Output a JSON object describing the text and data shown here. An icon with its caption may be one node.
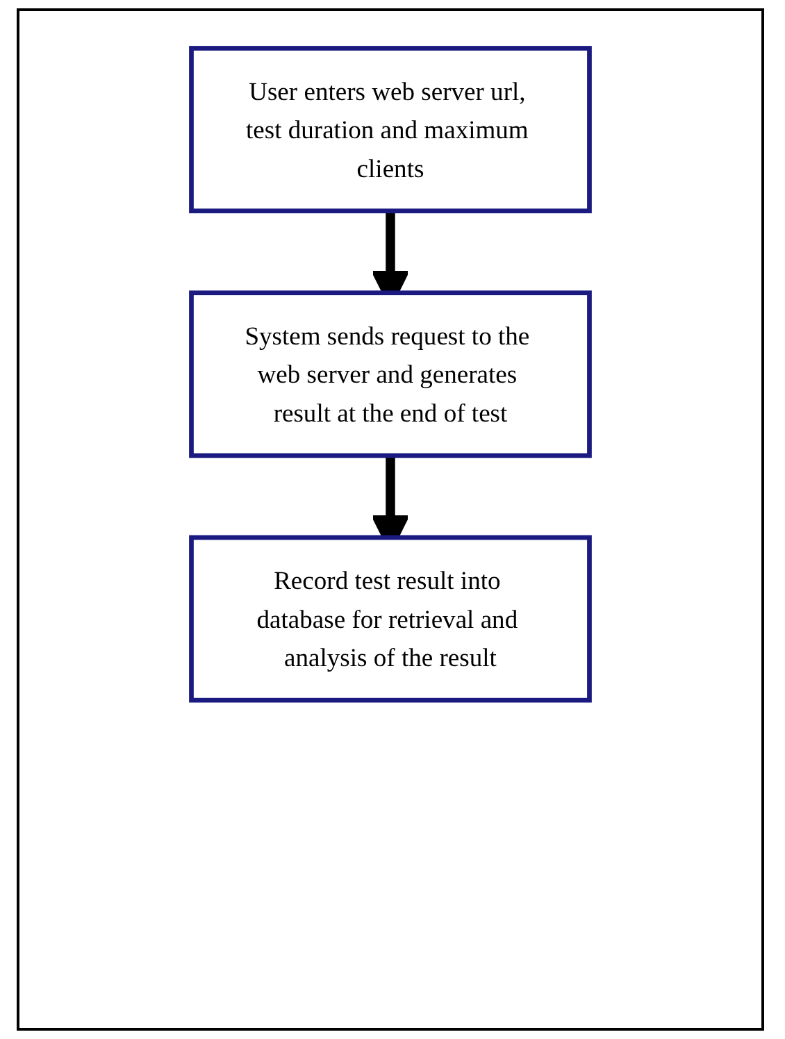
{
  "diagram": {
    "nodes": [
      {
        "text": [
          "User enters web server url, test duration and maximum clients"
        ]
      },
      {
        "text": [
          "System sends request to the web server and generates result at the end of test"
        ]
      },
      {
        "text": [
          "Record test result into database for retrieval and analysis of the result"
        ]
      }
    ],
    "edges": [
      {
        "from": 0,
        "to": 1,
        "arrow": "to"
      },
      {
        "from": 1,
        "to": 2,
        "arrow": "to"
      }
    ]
  }
}
